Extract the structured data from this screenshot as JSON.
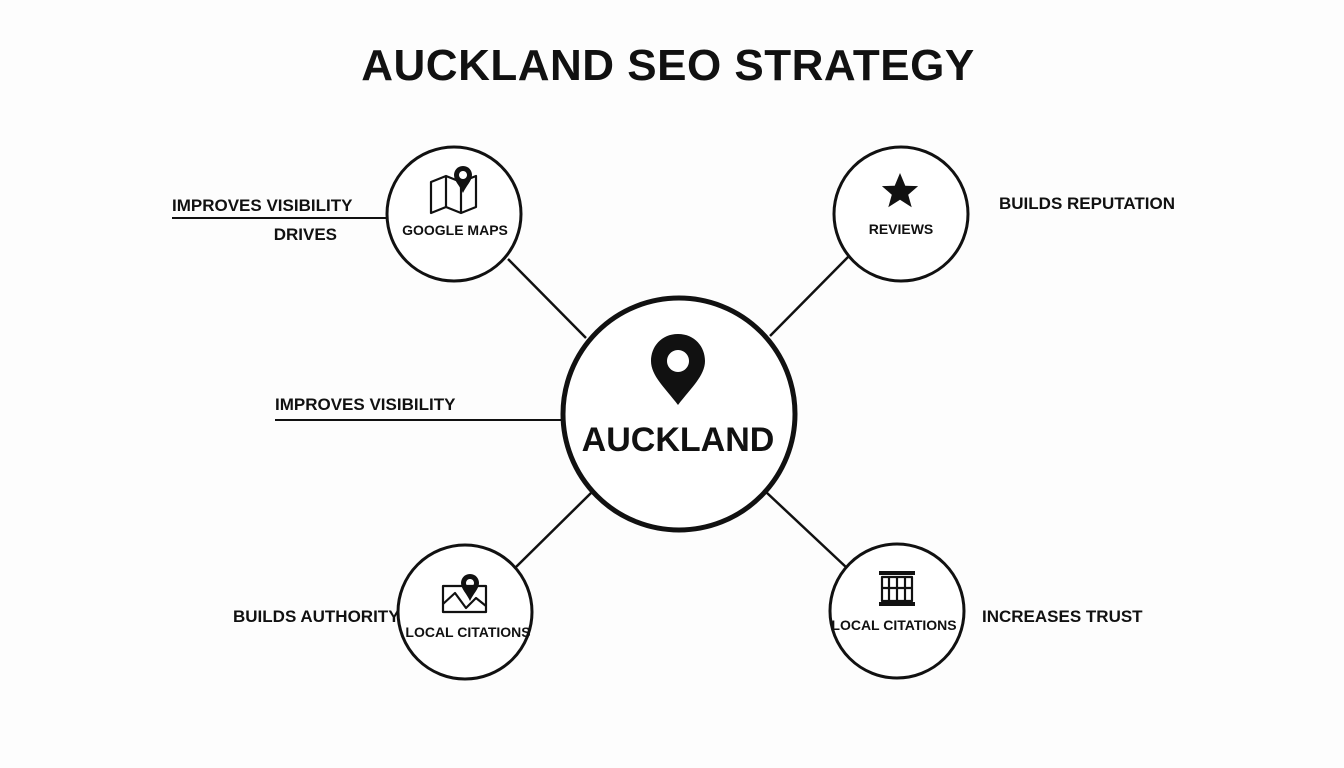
{
  "title": "AUCKLAND SEO STRATEGY",
  "hub": {
    "label": "AUCKLAND",
    "icon": "map-pin-icon"
  },
  "nodes": [
    {
      "label": "GOOGLE MAPS",
      "icon": "folded-map-pin-icon"
    },
    {
      "label": "REVIEWS",
      "icon": "star-icon"
    },
    {
      "label": "LOCAL CITATIONS",
      "icon": "folded-map-pin-icon"
    },
    {
      "label": "LOCAL CITATIONS",
      "icon": "building-icon"
    }
  ],
  "side_labels": {
    "maps_improves": "IMPROVES VISIBILITY",
    "maps_drives": "DRIVES",
    "hub_improves": "IMPROVES VISIBILITY",
    "reviews": "BUILDS REPUTATION",
    "citations_left": "BUILDS AUTHORITY",
    "citations_right": "INCREASES TRUST"
  },
  "colors": {
    "ink": "#111111",
    "background": "#fdfdfd"
  }
}
